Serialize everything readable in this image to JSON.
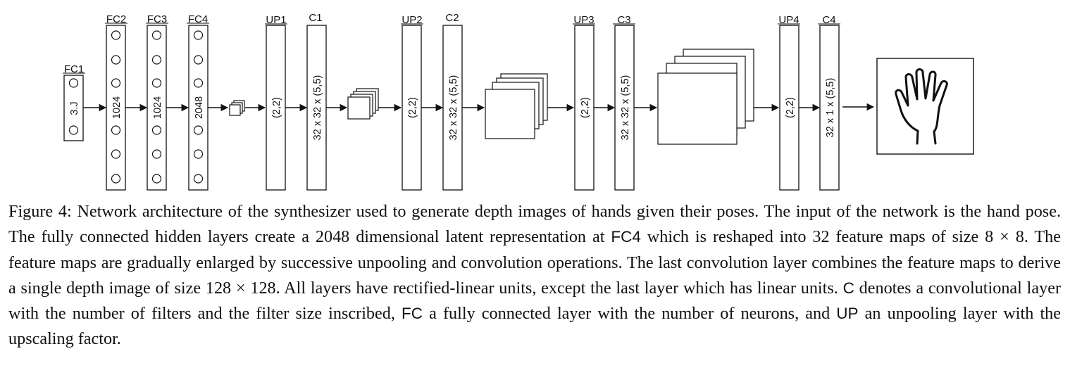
{
  "diagram": {
    "layers": {
      "fc1": {
        "name": "FC1",
        "inner": "3.J"
      },
      "fc2": {
        "name": "FC2",
        "inner": "1024"
      },
      "fc3": {
        "name": "FC3",
        "inner": "1024"
      },
      "fc4": {
        "name": "FC4",
        "inner": "2048"
      },
      "up1": {
        "name": "UP1",
        "inner": "(2,2)"
      },
      "c1": {
        "name": "C1",
        "inner": "32 x 32 x (5,5)"
      },
      "up2": {
        "name": "UP2",
        "inner": "(2,2)"
      },
      "c2": {
        "name": "C2",
        "inner": "32 x 32 x (5,5)"
      },
      "up3": {
        "name": "UP3",
        "inner": "(2,2)"
      },
      "c3": {
        "name": "C3",
        "inner": "32 x 32 x (5,5)"
      },
      "up4": {
        "name": "UP4",
        "inner": "(2,2)"
      },
      "c4": {
        "name": "C4",
        "inner": "32 x 1 x (5,5)"
      }
    },
    "output_image": "hand-depth-image"
  },
  "caption": {
    "p1": "Figure 4: Network architecture of the synthesizer used to generate depth images of hands given their poses. The input of the network is the hand pose. The fully connected hidden layers create a 2048 dimensional latent representation at ",
    "t1": "FC4",
    "p2": " which is reshaped into 32 feature maps of size 8 × 8. The feature maps are gradually enlarged by successive unpooling and convolution operations. The last convolution layer combines the feature maps to derive a single depth image of size 128 × 128. All layers have rectified-linear units, except the last layer which has linear units. ",
    "t2": "C",
    "p3": " denotes a convolutional layer with the number of filters and the filter size inscribed, ",
    "t3": "FC",
    "p4": " a fully connected layer with the number of neurons, and ",
    "t4": "UP",
    "p5": " an unpooling layer with the upscaling factor."
  }
}
